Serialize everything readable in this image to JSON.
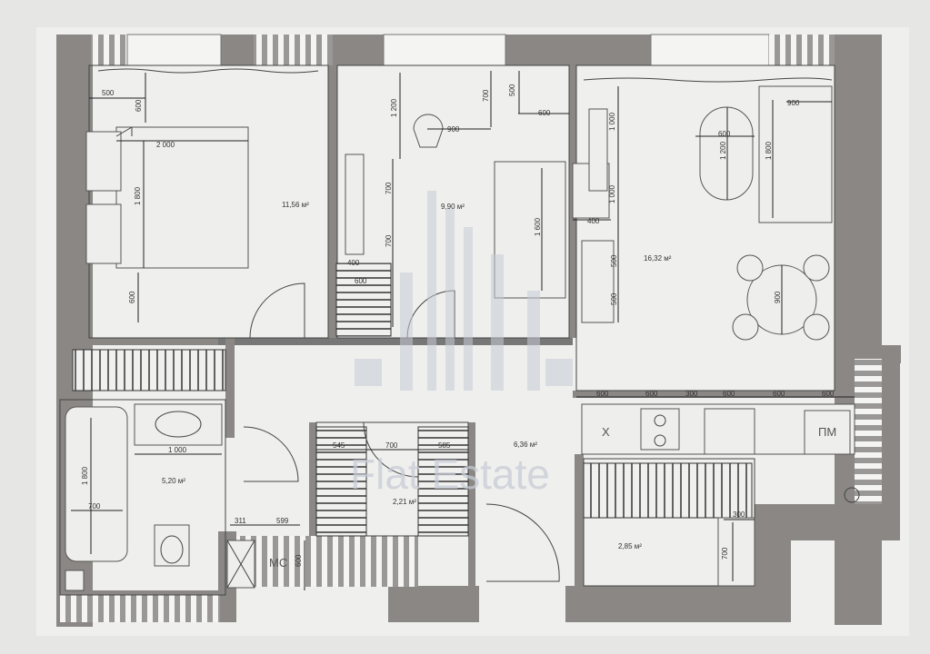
{
  "rooms": {
    "bedroom": "11,56 м²",
    "kids": "9,90 м²",
    "living": "16,32 м²",
    "bath": "5,20 м²",
    "closet": "2,21 м²",
    "hall": "6,36 м²",
    "storage": "2,85 м²"
  },
  "dims": {
    "bed_top_500": "500",
    "bed_side_600_top": "600",
    "bed_width": "2 000",
    "bed_len": "1 800",
    "bed_side_600_bottom": "600",
    "kid_700": "700",
    "kid_500": "500",
    "kid_600": "600",
    "kid_1200": "1 200",
    "kid_900": "900",
    "kid_700b": "700",
    "kid_700c": "700",
    "kid_400": "400",
    "kid_600d": "600",
    "kid_1600": "1 600",
    "kid_400b": "400",
    "liv_1000a": "1 000",
    "liv_1000b": "1 000",
    "liv_500a": "500",
    "liv_500b": "500",
    "liv_600": "600",
    "liv_1200": "1 200",
    "liv_900": "900",
    "liv_1800": "1 800",
    "liv_900b": "900",
    "k1": "600",
    "k2": "600",
    "k3": "300",
    "k4": "600",
    "k5": "600",
    "k6": "600",
    "bath_1000": "1 000",
    "bath_1800": "1 800",
    "bath_700": "700",
    "wc_311": "311",
    "wc_599": "599",
    "wc_600": "600",
    "cl_545": "545",
    "cl_700": "700",
    "cl_585": "585",
    "st_300": "300",
    "st_700": "700"
  },
  "labels": {
    "washer": "МС",
    "dishwasher": "ПМ",
    "sink_x": "X"
  },
  "watermark": "Flat Estate"
}
